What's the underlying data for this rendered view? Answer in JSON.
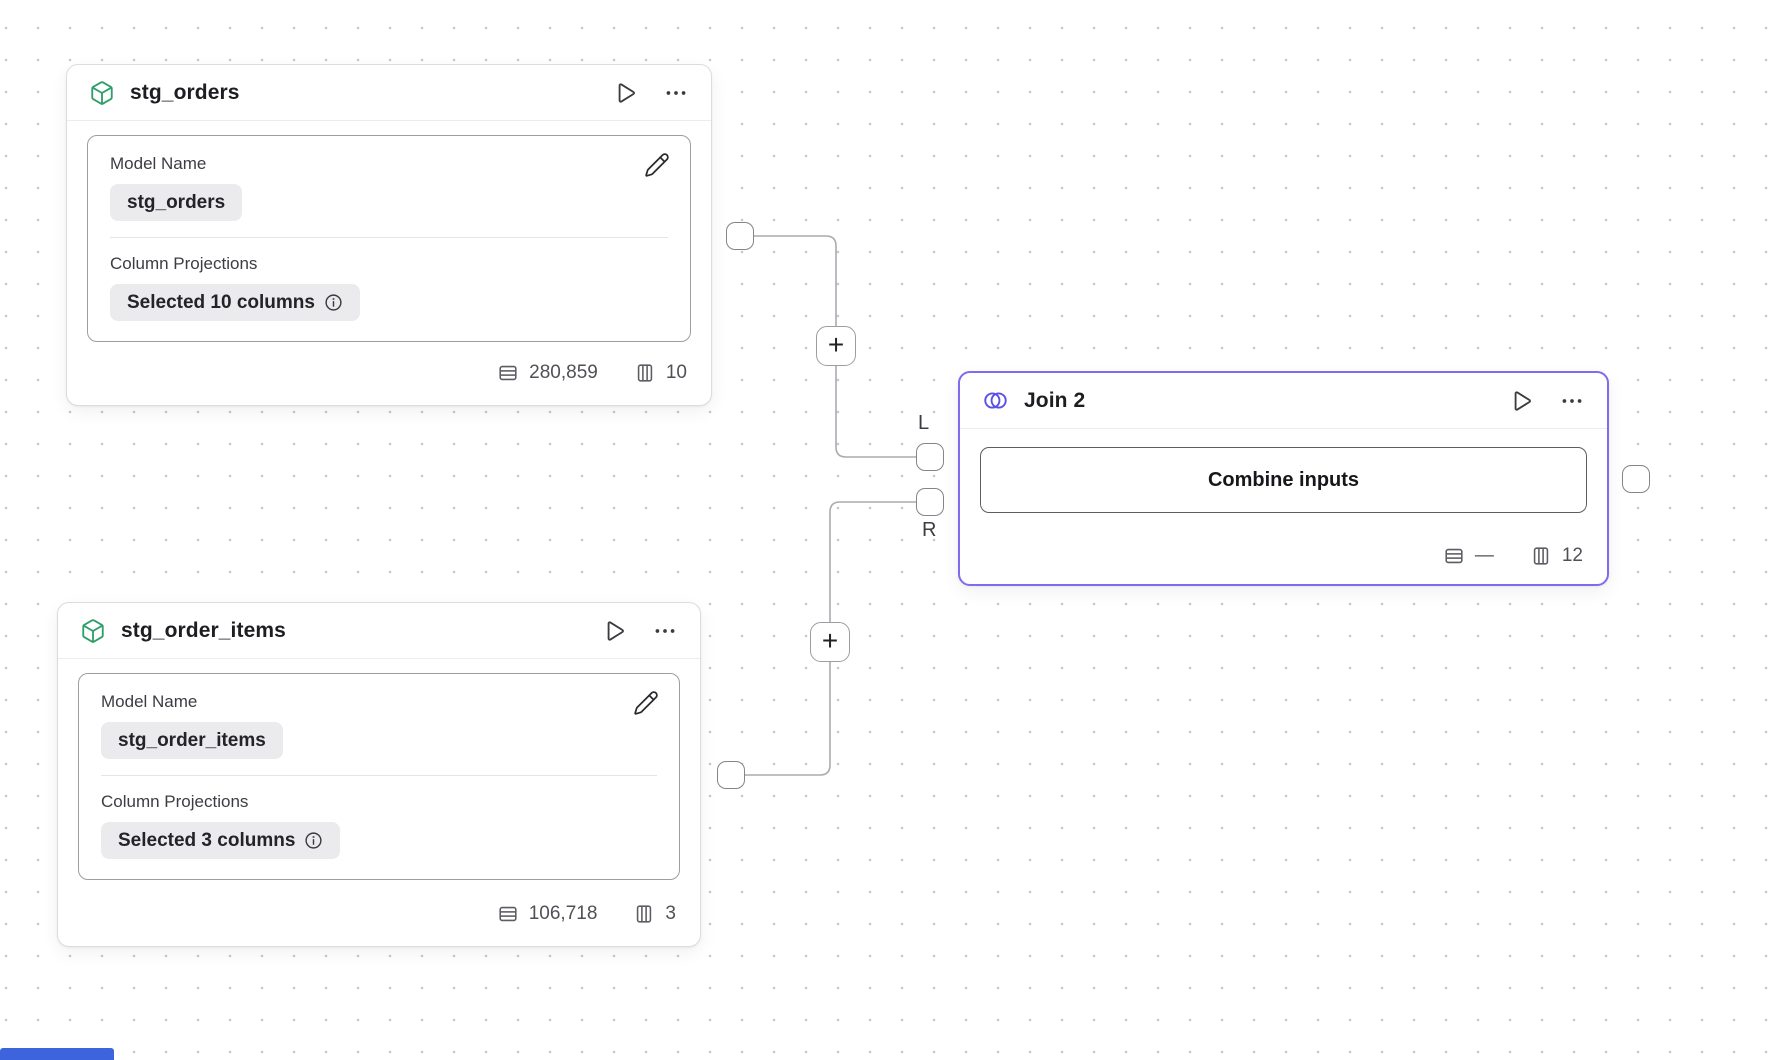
{
  "flow": {
    "stg_orders": {
      "title": "stg_orders",
      "model_name_label": "Model Name",
      "model_name_value": "stg_orders",
      "projections_label": "Column Projections",
      "projections_value": "Selected 10 columns",
      "rows": "280,859",
      "columns": "10"
    },
    "stg_order_items": {
      "title": "stg_order_items",
      "model_name_label": "Model Name",
      "model_name_value": "stg_order_items",
      "projections_label": "Column Projections",
      "projections_value": "Selected 3 columns",
      "rows": "106,718",
      "columns": "3"
    },
    "join": {
      "title": "Join 2",
      "combine_button": "Combine inputs",
      "rows": "—",
      "columns": "12",
      "left_port_label": "L",
      "right_port_label": "R",
      "add_edge_top": "+",
      "add_edge_bottom": "+"
    },
    "colors": {
      "selected_border": "#7d6bf0",
      "model_icon_green": "#2f9e68",
      "join_icon_indigo": "#5a52e6",
      "edge_gray": "#aaaab0",
      "accent_bar_blue": "#3d63dd"
    }
  }
}
